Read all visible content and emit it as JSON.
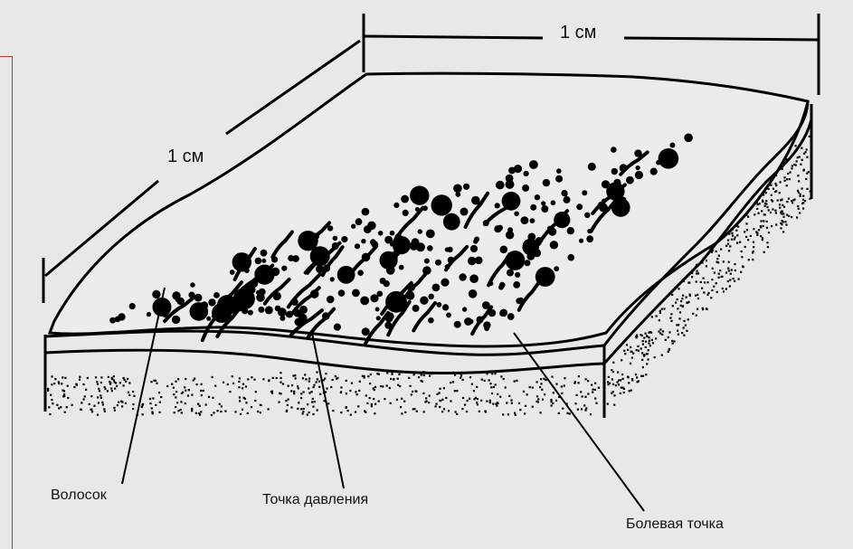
{
  "diagram": {
    "dimension_top": "1 см",
    "dimension_left": "1 см",
    "labels": {
      "hair": "Волосок",
      "pressure_point": "Точка давления",
      "pain_point": "Болевая точка"
    },
    "colors": {
      "background": "#e8e8e8",
      "ink": "#000000",
      "frame": "#c0392b"
    }
  }
}
